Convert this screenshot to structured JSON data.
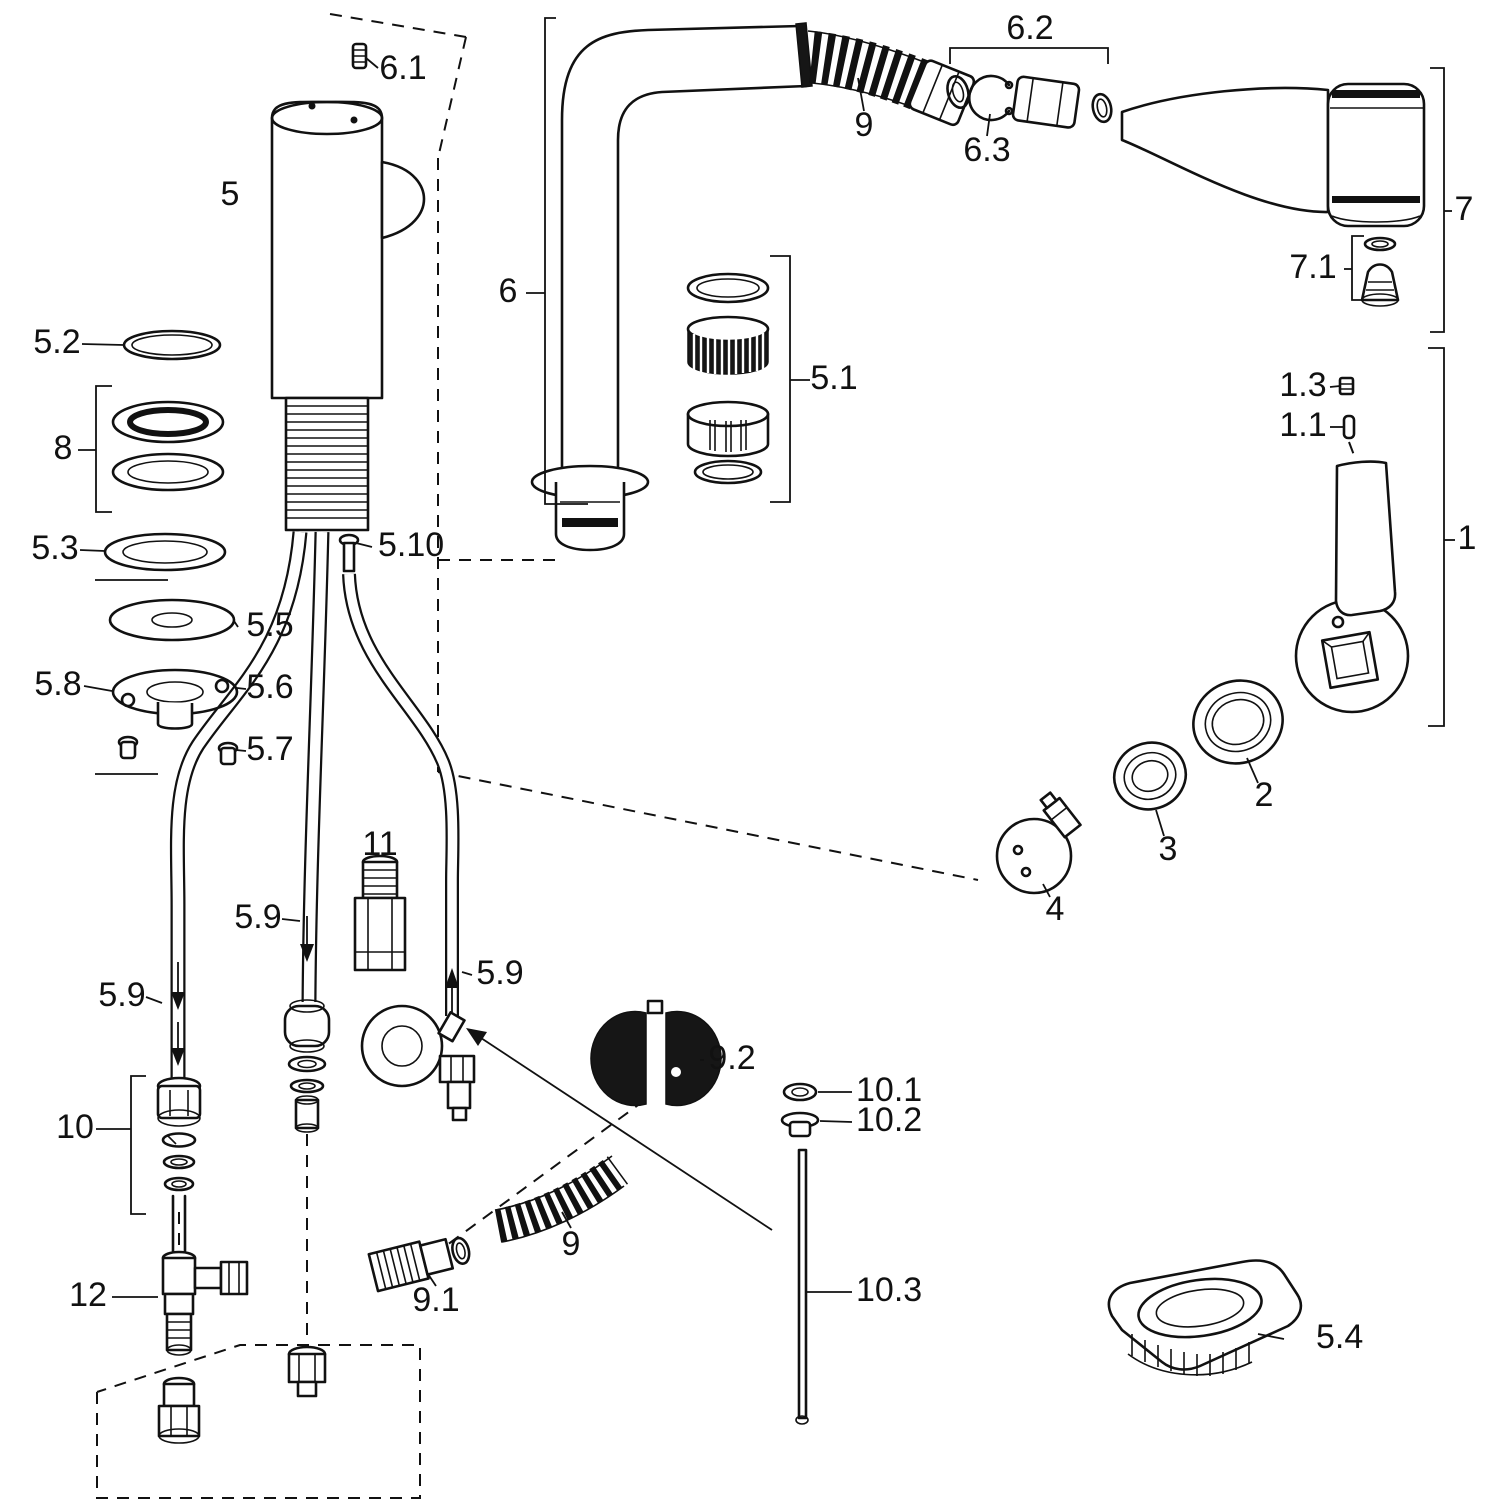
{
  "diagram": {
    "figure_type": "exploded-parts-diagram",
    "background_color": "#ffffff",
    "line_color": "#111111",
    "labels": {
      "l5": "5",
      "l6_1": "6.1",
      "l6": "6",
      "l9_top": "9",
      "l6_2": "6.2",
      "l6_3": "6.3",
      "l7": "7",
      "l7_1": "7.1",
      "l5_1": "5.1",
      "l1_3": "1.3",
      "l1_1": "1.1",
      "l1": "1",
      "l5_2": "5.2",
      "l8": "8",
      "l5_3": "5.3",
      "l5_10": "5.10",
      "l5_5": "5.5",
      "l5_8": "5.8",
      "l5_6": "5.6",
      "l5_7": "5.7",
      "l2": "2",
      "l3": "3",
      "l4": "4",
      "l11": "11",
      "l5_9_mid": "5.9",
      "l5_9_right": "5.9",
      "l5_9_left": "5.9",
      "l9_2": "9.2",
      "l10_1": "10.1",
      "l10_2": "10.2",
      "l10": "10",
      "l12": "12",
      "l9_1": "9.1",
      "l9_bottom": "9",
      "l10_3": "10.3",
      "l5_4": "5.4"
    }
  }
}
